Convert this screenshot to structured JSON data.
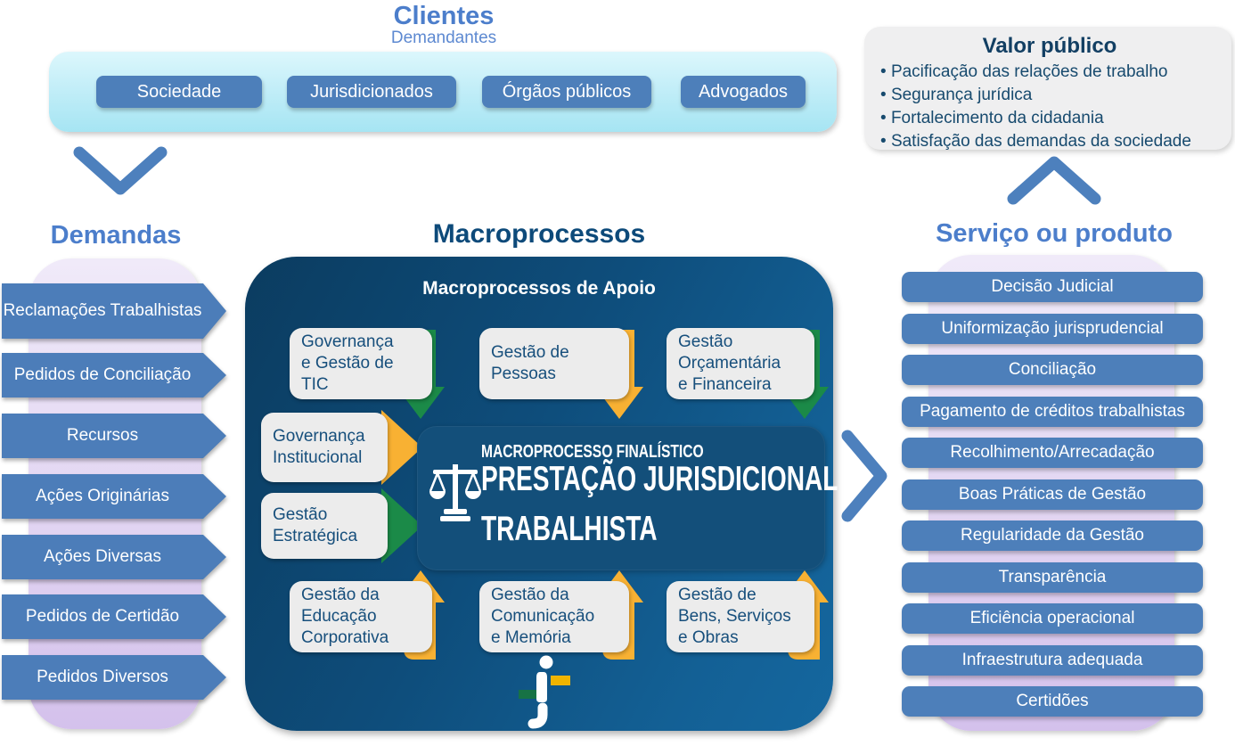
{
  "clientes": {
    "title": "Clientes",
    "subtitle": "Demandantes",
    "items": [
      "Sociedade",
      "Jurisdicionados",
      "Órgãos públicos",
      "Advogados"
    ]
  },
  "valor_publico": {
    "title": "Valor público",
    "items": [
      "Pacificação das relações de trabalho",
      "Segurança jurídica",
      "Fortalecimento da cidadania",
      "Satisfação das demandas da sociedade"
    ]
  },
  "demandas": {
    "title": "Demandas",
    "items": [
      "Reclamações Trabalhistas",
      "Pedidos de Conciliação",
      "Recursos",
      "Ações Originárias",
      "Ações Diversas",
      "Pedidos de Certidão",
      "Pedidos Diversos"
    ]
  },
  "macroprocessos": {
    "title": "Macroprocessos",
    "apoio_title": "Macroprocessos de Apoio",
    "top_boxes": [
      {
        "label": "Governança e Gestão de TIC",
        "arrow_color": "#1b8a48"
      },
      {
        "label": "Gestão de Pessoas",
        "arrow_color": "#f8b133"
      },
      {
        "label": "Gestão Orçamentária e Financeira",
        "arrow_color": "#1b8a48"
      }
    ],
    "side_boxes": [
      {
        "label": "Governança Institucional",
        "arrow_color": "#f8b133"
      },
      {
        "label": "Gestão Estratégica",
        "arrow_color": "#1b8a48"
      }
    ],
    "bottom_boxes": [
      {
        "label": "Gestão da Educação Corporativa",
        "arrow_color": "#f8b133"
      },
      {
        "label": "Gestão da Comunicação e Memória",
        "arrow_color": "#f8b133"
      },
      {
        "label": "Gestão de Bens, Serviços e Obras",
        "arrow_color": "#f8b133"
      }
    ],
    "finalistico": {
      "kicker": "MACROPROCESSO FINALÍSTICO",
      "line1": "PRESTAÇÃO JURISDICIONAL",
      "line2": "TRABALHISTA"
    }
  },
  "servico": {
    "title": "Serviço ou produto",
    "items": [
      "Decisão Judicial",
      "Uniformização jurisprudencial",
      "Conciliação",
      "Pagamento de créditos trabalhistas",
      "Recolhimento/Arrecadação",
      "Boas Práticas de Gestão",
      "Regularidade da Gestão",
      "Transparência",
      "Eficiência operacional",
      "Infraestrutura adequada",
      "Certidões"
    ]
  },
  "colors": {
    "item_blue": "#4d7fba",
    "heading_blue": "#4c7ecb",
    "heading_navy": "#0d4a7a",
    "green_arrow": "#1b8a48",
    "yellow_arrow": "#f8b133",
    "dark_box_blue": "#0e4d7b",
    "purple_container": "#d4c1ec",
    "light_blue_container": "#a6e5f3"
  }
}
